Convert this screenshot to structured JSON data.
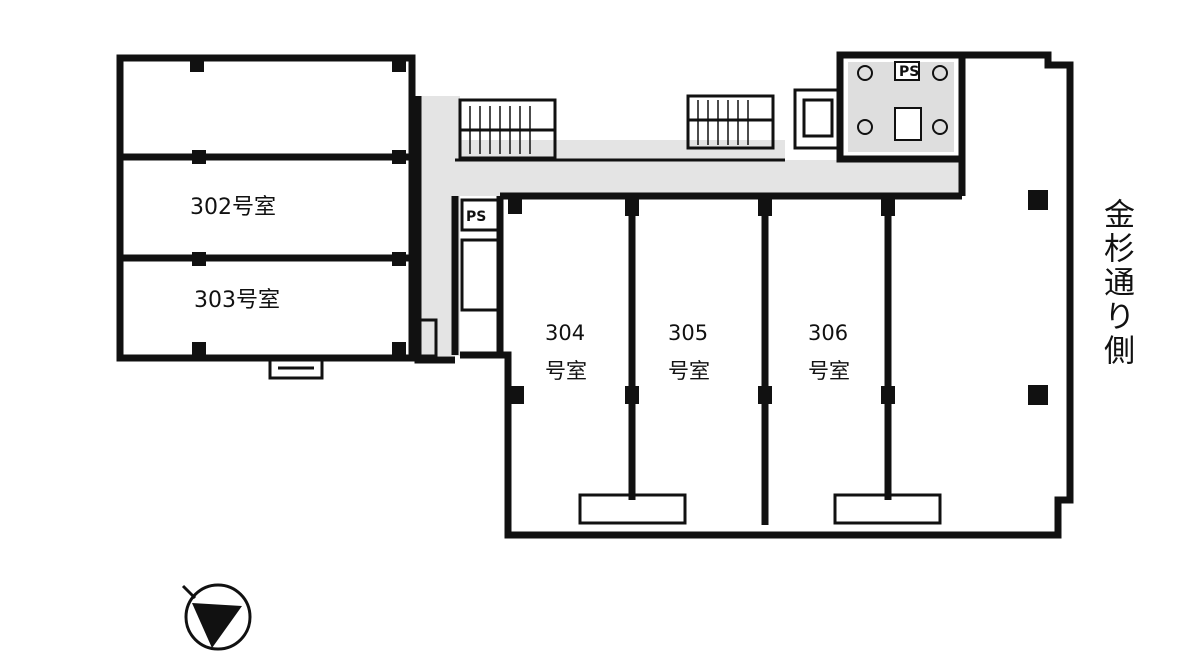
{
  "rooms": {
    "r302": "302号室",
    "r303": "303号室",
    "r304": {
      "number": "304",
      "suffix": "号室"
    },
    "r305": {
      "number": "305",
      "suffix": "号室"
    },
    "r306": {
      "number": "306",
      "suffix": "号室"
    }
  },
  "labels": {
    "ps_upper": "PS",
    "ps_lower": "PS",
    "street": "金杉通り側"
  },
  "compass": {
    "icon": "north-arrow-icon"
  }
}
